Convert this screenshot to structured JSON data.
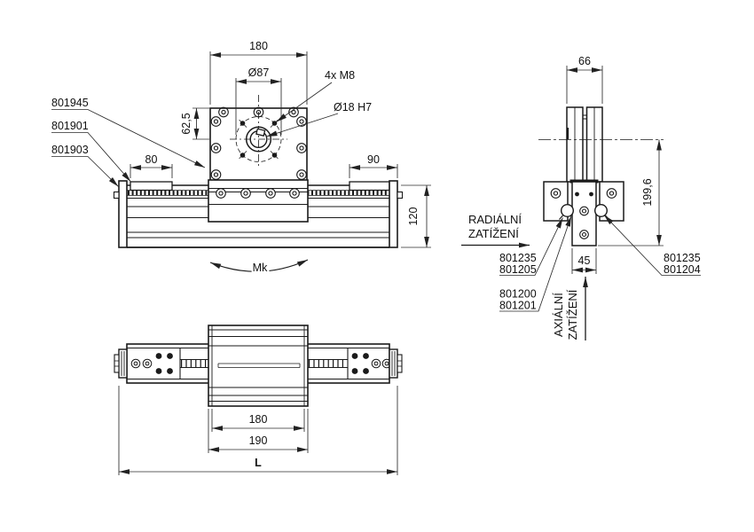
{
  "colors": {
    "background": "#ffffff",
    "line": "#1a1a1a",
    "dim_line": "#2b2b2b"
  },
  "front": {
    "dim_width": "180",
    "dim_bolt_circle": "Ø87",
    "dim_holes": "4x M8",
    "dim_bore": "Ø18 H7",
    "dim_center_height": "62,5",
    "dim_cover_left": "80",
    "dim_cover_right": "90",
    "dim_height": "120",
    "torque": "Mk",
    "part1": "801945",
    "part2": "801901",
    "part3": "801903"
  },
  "side": {
    "dim_width": "66",
    "dim_height": "199,6",
    "dim_base": "45",
    "radial1": "RADIÁLNÍ",
    "radial2": "ZATÍŽENÍ",
    "axial1": "AXIÁLNÍ",
    "axial2": "ZATÍŽENÍ",
    "part_left_a": "801235",
    "part_left_b": "801205",
    "part_right_a": "801235",
    "part_right_b": "801204",
    "part_bottom_a": "801200",
    "part_bottom_b": "801201"
  },
  "top": {
    "dim_inner": "180",
    "dim_outer": "190",
    "dim_length": "L"
  }
}
